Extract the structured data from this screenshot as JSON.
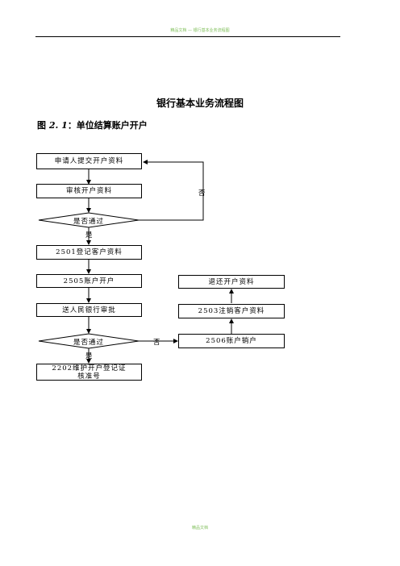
{
  "header": {
    "text": "精品文档 — 银行基本业务流程图"
  },
  "title": "银行基本业务流程图",
  "figure": {
    "prefix": "图",
    "number": "2. 1",
    "caption": "：单位结算账户开户"
  },
  "flow": {
    "box1": "申请人提交开户资料",
    "box2": "审核开户资料",
    "decision1": "是否通过",
    "yes1": "是",
    "no1": "否",
    "box3": "2501登记客户资料",
    "box4": "2505账户开户",
    "box5": "送人民银行审批",
    "decision2": "是否通过",
    "yes2": "是",
    "no2": "否",
    "box6": "2202维护开户登记证核准号",
    "box_r1": "退还开户资料",
    "box_r2": "2503注销客户资料",
    "box_r3": "2506账户销户"
  },
  "footer": {
    "text": "精品文档"
  }
}
